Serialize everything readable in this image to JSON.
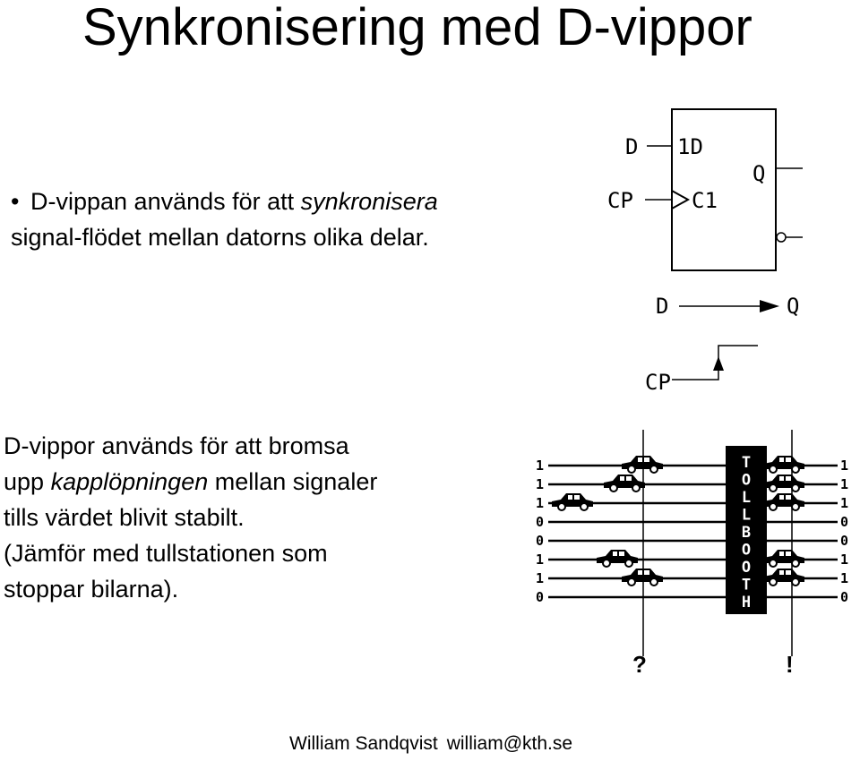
{
  "title": "Synkronisering med D-vippor",
  "bullet": {
    "marker": "•",
    "pre": "D-vippan används för att ",
    "emph": "synkronisera",
    "line2": "signal-flödet mellan datorns olika delar."
  },
  "paragraph": {
    "line1": "D-vippor används för att bromsa",
    "line2_pre": "upp ",
    "line2_emph": "kapplöpningen",
    "line2_post": " mellan signaler",
    "line3": "tills värdet blivit stabilt.",
    "line4": "(Jämför med  tullstationen som",
    "line5": "stoppar bilarna)."
  },
  "flipflop": {
    "pin_d": "D",
    "pin_cp": "CP",
    "in_1d": "1D",
    "in_c1": "C1",
    "out_q": "Q"
  },
  "timing": {
    "d": "D",
    "q": "Q",
    "cp": "CP"
  },
  "tollbooth": {
    "sign_letters": [
      "T",
      "O",
      "L",
      "L",
      "B",
      "O",
      "O",
      "T",
      "H"
    ],
    "left_bits": [
      "1",
      "1",
      "1",
      "0",
      "0",
      "1",
      "1",
      "0"
    ],
    "right_bits": [
      "1",
      "1",
      "1",
      "0",
      "0",
      "1",
      "1",
      "0"
    ],
    "mark_left": "?",
    "mark_right": "!"
  },
  "footer": {
    "name": "William Sandqvist",
    "email": "william@kth.se"
  }
}
